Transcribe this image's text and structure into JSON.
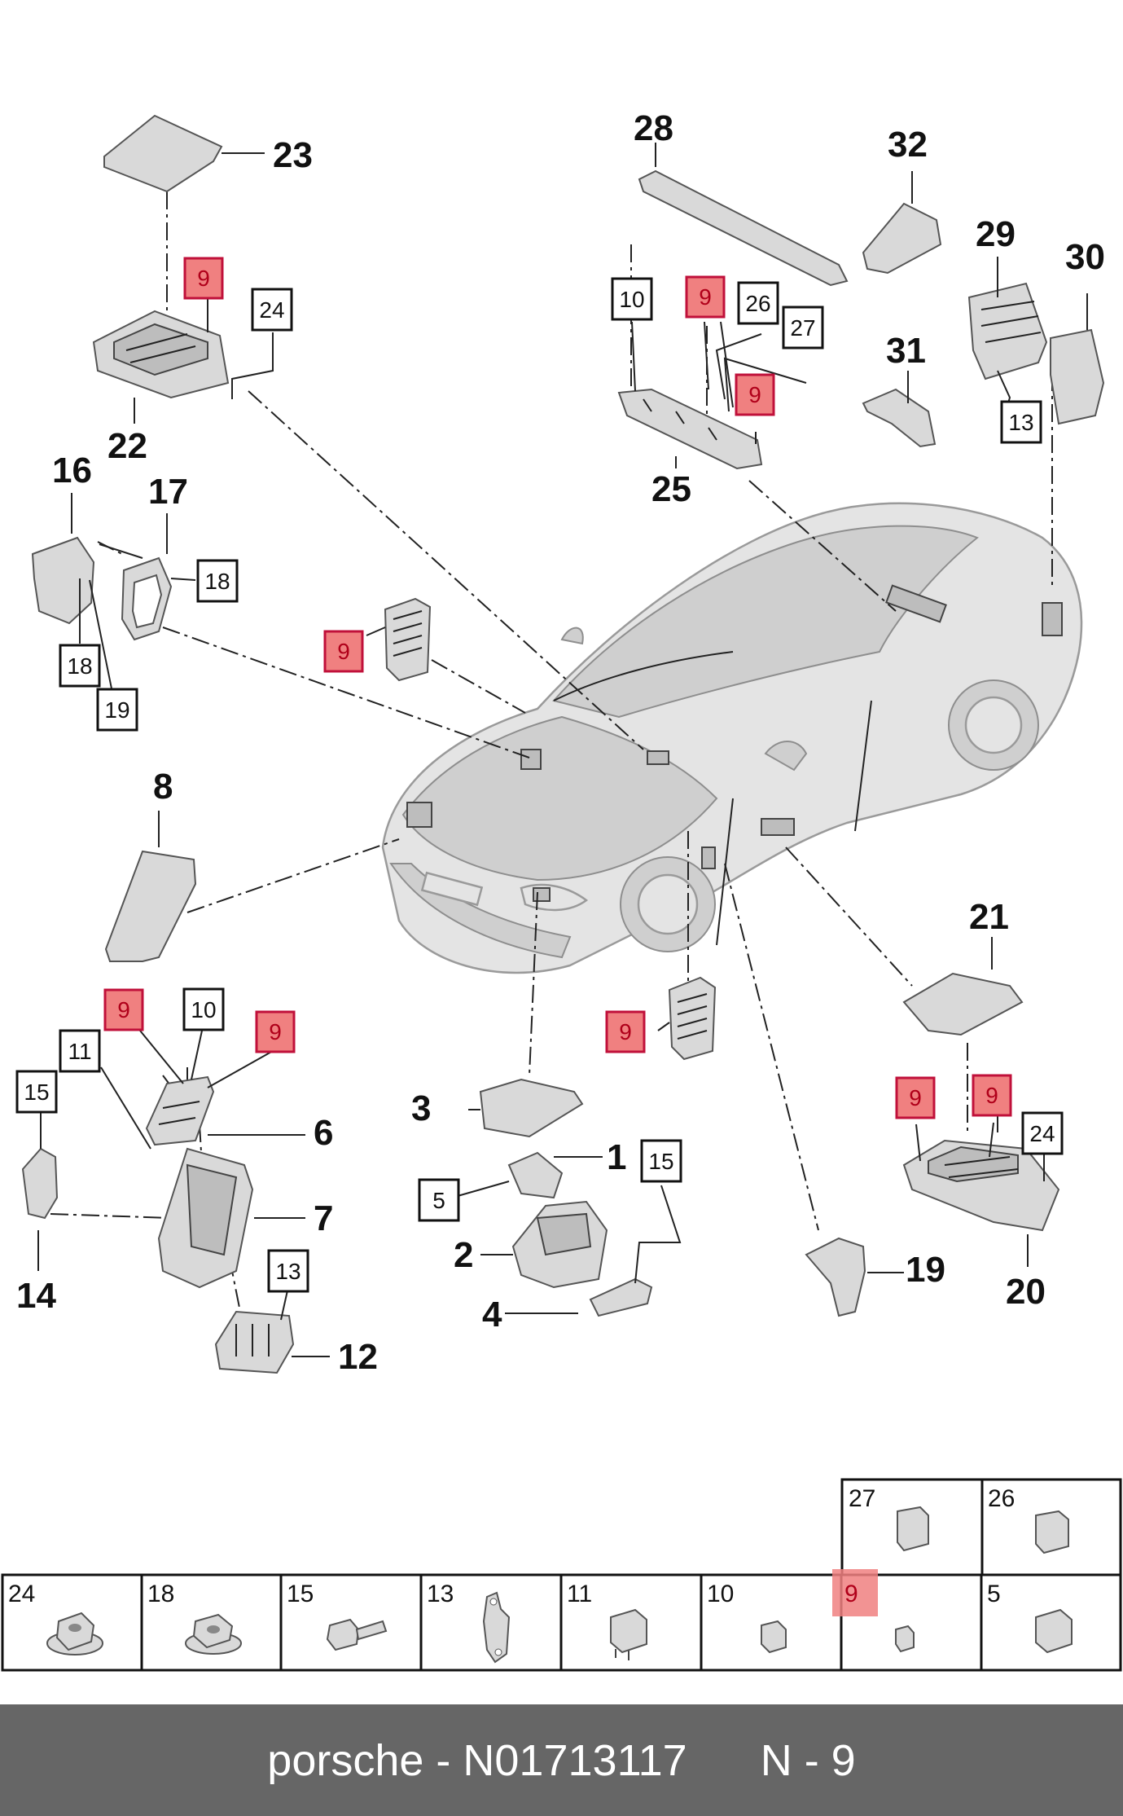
{
  "callouts": [
    "1",
    "2",
    "3",
    "4",
    "6",
    "7",
    "8",
    "12",
    "14",
    "16",
    "17",
    "19",
    "20",
    "21",
    "22",
    "23",
    "25",
    "28",
    "29",
    "30",
    "31",
    "32"
  ],
  "boxed_refs": [
    "5",
    "9",
    "10",
    "11",
    "13",
    "15",
    "18",
    "24",
    "26",
    "27"
  ],
  "highlighted_ref": "9",
  "table": {
    "top_row": [
      "27",
      "26"
    ],
    "bottom_row": [
      "24",
      "18",
      "15",
      "13",
      "11",
      "10",
      "9",
      "5"
    ]
  },
  "footer": {
    "brand": "porsche",
    "separator": " - ",
    "part_number": "N01713117",
    "gap": "      ",
    "position_label": "N - 9"
  },
  "colors": {
    "highlight_fill": "#f08080",
    "highlight_border": "#c0103a",
    "footer_bg": "#666666",
    "footer_text": "#ffffff"
  },
  "icons": [
    "nut-icon",
    "flange-nut-icon",
    "bolt-icon",
    "bracket-icon",
    "relay-icon",
    "fuse-icon"
  ]
}
